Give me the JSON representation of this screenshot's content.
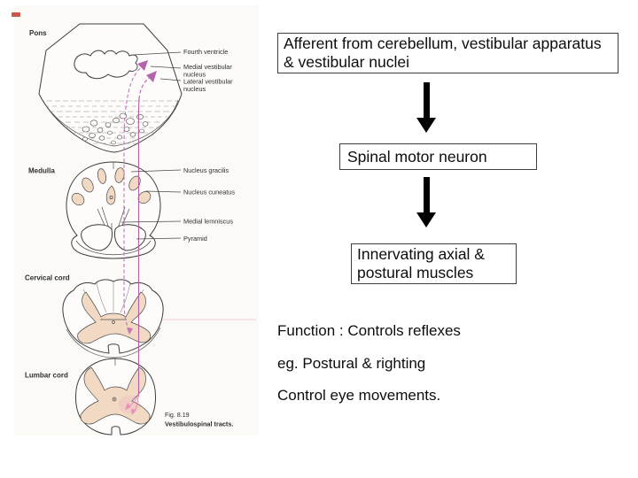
{
  "figure": {
    "section_labels": {
      "pons": "Pons",
      "medulla": "Medulla",
      "cervical_cord": "Cervical cord",
      "lumbar_cord": "Lumbar cord"
    },
    "annotations": {
      "fourth_ventricle": "Fourth ventricle",
      "medial_vestibular_line1": "Medial vestibular",
      "medial_vestibular_line2": "nucleus",
      "lateral_vestibular_line1": "Lateral vestibular",
      "lateral_vestibular_line2": "nucleus",
      "nucleus_gracilis": "Nucleus gracilis",
      "nucleus_cuneatus": "Nucleus cuneatus",
      "medial_lemniscus": "Medial lemniscus",
      "pyramid": "Pyramid"
    },
    "caption": {
      "fig_number": "Fig. 8.19",
      "title": "Vestibulospinal tracts."
    },
    "colors": {
      "tract_purple": "#b563ab",
      "tract_pink": "#e592b8",
      "nuclei_tan": "#f1d9c3",
      "outline_gray": "#3d3d3d",
      "red_mark": "#c0392b",
      "scan_background": "#fbfaf7"
    }
  },
  "flowchart": {
    "box1": {
      "line1": "Afferent from cerebellum, vestibular apparatus",
      "line2": "& vestibular nuclei"
    },
    "box2": {
      "label": "Spinal motor neuron"
    },
    "box3": {
      "line1": "Innervating axial &",
      "line2": "postural muscles"
    },
    "arrow_color": "#000000"
  },
  "notes": {
    "line1": "Function : Controls reflexes",
    "line2": "eg. Postural & righting",
    "line3": "Control eye movements."
  }
}
